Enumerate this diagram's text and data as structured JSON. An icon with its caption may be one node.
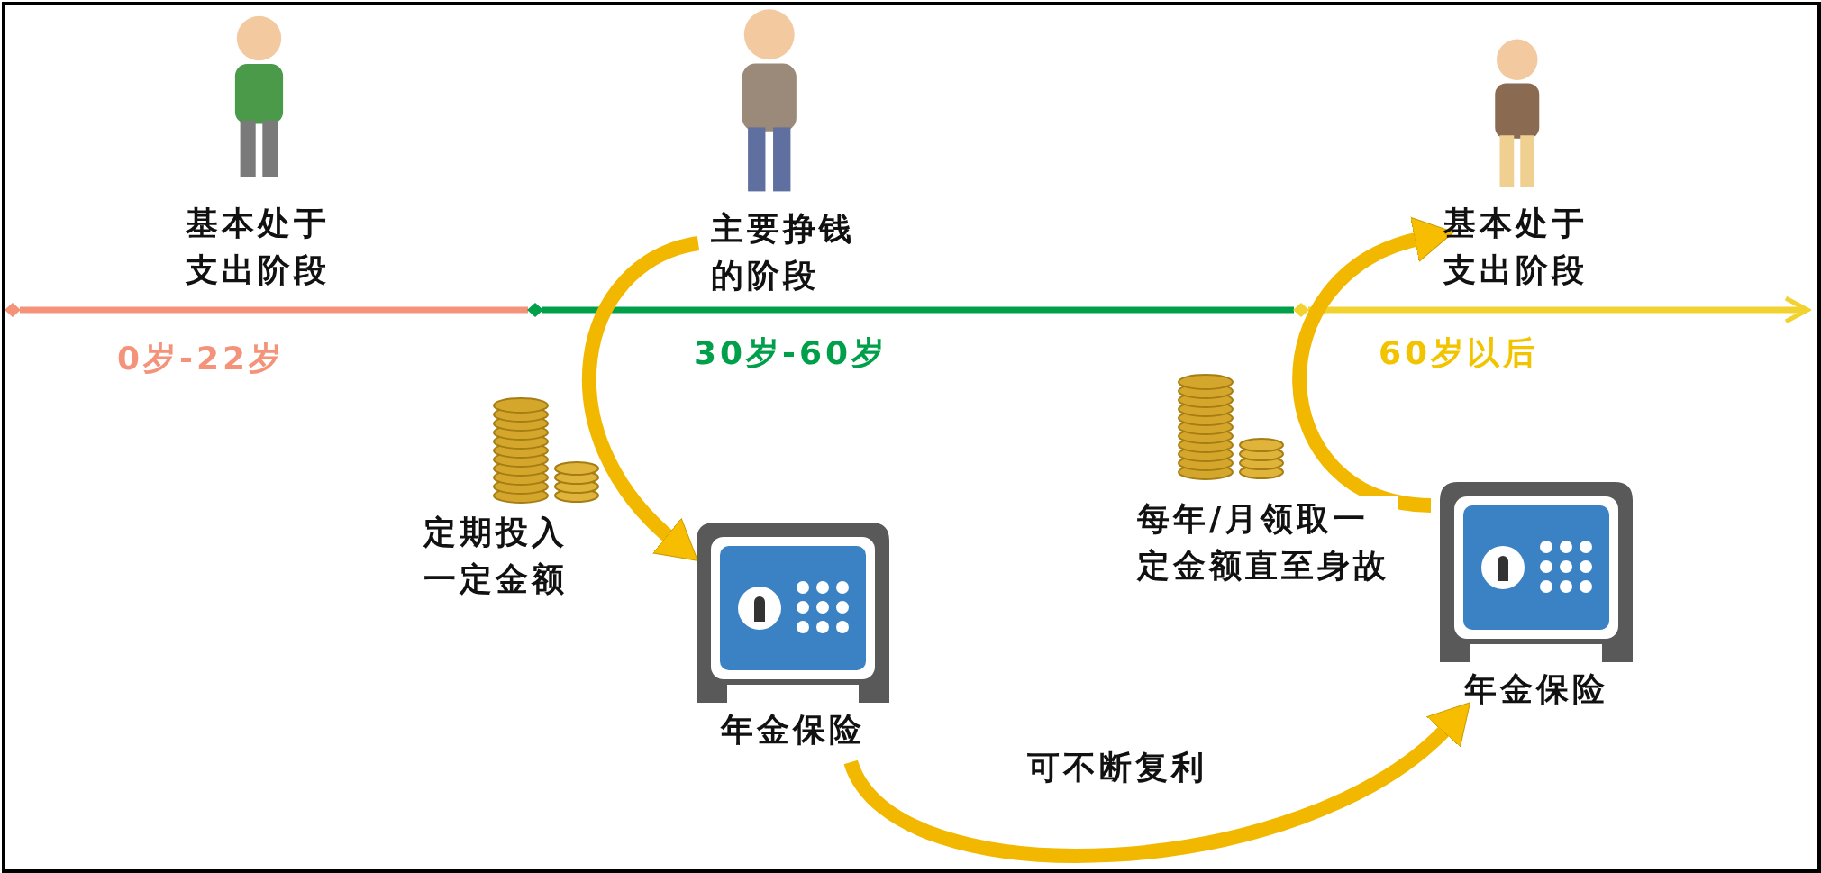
{
  "diagram": {
    "nodes": [
      {
        "text": [
          "基本处于支出阶段"
        ]
      },
      {
        "text": [
          "主要挣钱的阶段"
        ]
      },
      {
        "text": [
          "基本处于支出阶段"
        ]
      },
      {
        "text": [
          "年金保险"
        ]
      },
      {
        "text": [
          "年金保险"
        ]
      }
    ],
    "edges": [
      {
        "from": 1,
        "to": 3,
        "arrow": "to",
        "label": "定期投入一定金额"
      },
      {
        "from": 3,
        "to": 4,
        "arrow": "to",
        "label": "可不断复利"
      },
      {
        "from": 4,
        "to": 2,
        "arrow": "to",
        "label": "每年/月领取一定金额直至身故"
      }
    ],
    "labels": [
      "0岁-22岁",
      "30岁-60岁",
      "60岁以后"
    ]
  }
}
